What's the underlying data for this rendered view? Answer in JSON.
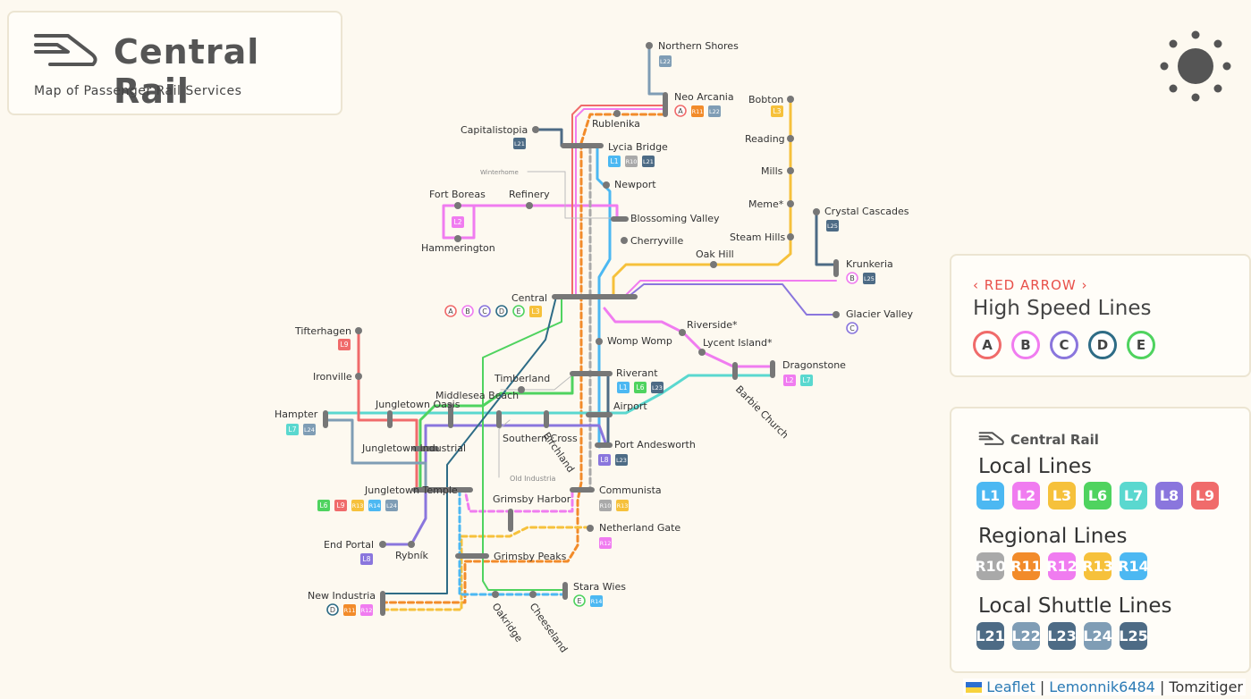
{
  "title": {
    "name": "Central Rail",
    "subtitle": "Map of Passenger Rail Services"
  },
  "high_speed": {
    "brand": "RED ARROW",
    "title": "High Speed Lines",
    "lines": [
      {
        "label": "A",
        "color": "#f06b6b"
      },
      {
        "label": "B",
        "color": "#f07cf0"
      },
      {
        "label": "C",
        "color": "#8a76dd"
      },
      {
        "label": "D",
        "color": "#2e6c86"
      },
      {
        "label": "E",
        "color": "#4fd35f"
      }
    ]
  },
  "legend": {
    "brand": "Central Rail",
    "local": {
      "title": "Local Lines",
      "lines": [
        {
          "label": "L1",
          "color": "#4cb8f2"
        },
        {
          "label": "L2",
          "color": "#f07cf0"
        },
        {
          "label": "L3",
          "color": "#f6c13b"
        },
        {
          "label": "L6",
          "color": "#4fd35f"
        },
        {
          "label": "L7",
          "color": "#5ad8cf"
        },
        {
          "label": "L8",
          "color": "#8a76dd"
        },
        {
          "label": "L9",
          "color": "#f06b6b"
        }
      ]
    },
    "regional": {
      "title": "Regional Lines",
      "lines": [
        {
          "label": "R10",
          "color": "#a9a9a9"
        },
        {
          "label": "R11",
          "color": "#f28b2a"
        },
        {
          "label": "R12",
          "color": "#f07cf0"
        },
        {
          "label": "R13",
          "color": "#f6c13b"
        },
        {
          "label": "R14",
          "color": "#4cb8f2"
        }
      ]
    },
    "shuttle": {
      "title": "Local Shuttle Lines",
      "lines": [
        {
          "label": "L21",
          "color": "#4d6b85"
        },
        {
          "label": "L22",
          "color": "#7f9db5"
        },
        {
          "label": "L23",
          "color": "#4d6b85"
        },
        {
          "label": "L24",
          "color": "#7f9db5"
        },
        {
          "label": "L25",
          "color": "#4d6b85"
        }
      ]
    }
  },
  "attribution": {
    "flag": "ukraine-flag-icon",
    "leaflet": "Leaflet",
    "sep1": " | ",
    "author": "Lemonnik6484",
    "sep2": " | ",
    "author2": "Tomzitiger"
  },
  "theme_toggle": {
    "icon": "sun-icon"
  },
  "stations": [
    {
      "name": "Northern Shores",
      "badges": [
        "L22"
      ]
    },
    {
      "name": "Neo Arcania",
      "badges": [
        "A",
        "R11",
        "L22"
      ]
    },
    {
      "name": "Rublenika",
      "badges": []
    },
    {
      "name": "Capitalistopia",
      "badges": [
        "L21"
      ]
    },
    {
      "name": "Lycia Bridge",
      "badges": [
        "L1",
        "R10",
        "L21"
      ]
    },
    {
      "name": "Winterhome",
      "badges": []
    },
    {
      "name": "Newport",
      "badges": []
    },
    {
      "name": "Fort Boreas",
      "badges": []
    },
    {
      "name": "Refinery",
      "badges": []
    },
    {
      "name": "Hammerington",
      "badges": [
        "L2"
      ]
    },
    {
      "name": "Blossoming Valley",
      "badges": []
    },
    {
      "name": "Cherryville",
      "badges": []
    },
    {
      "name": "Bobton",
      "badges": [
        "L3"
      ]
    },
    {
      "name": "Reading",
      "badges": []
    },
    {
      "name": "Mills",
      "badges": []
    },
    {
      "name": "Meme*",
      "badges": []
    },
    {
      "name": "Steam Hills",
      "badges": []
    },
    {
      "name": "Crystal Cascades",
      "badges": [
        "L25"
      ]
    },
    {
      "name": "Oak Hill",
      "badges": []
    },
    {
      "name": "Krunkeria",
      "badges": [
        "B",
        "L25"
      ]
    },
    {
      "name": "Central",
      "badges": [
        "A",
        "B",
        "C",
        "D",
        "E",
        "L3"
      ]
    },
    {
      "name": "Glacier Valley",
      "badges": [
        "C"
      ]
    },
    {
      "name": "Riverside*",
      "badges": []
    },
    {
      "name": "Lycent Island*",
      "badges": []
    },
    {
      "name": "Womp Womp",
      "badges": []
    },
    {
      "name": "Tifterhagen",
      "badges": [
        "L9"
      ]
    },
    {
      "name": "Dragonstone",
      "badges": [
        "L2",
        "L7"
      ]
    },
    {
      "name": "Ironville",
      "badges": []
    },
    {
      "name": "Timberland",
      "badges": []
    },
    {
      "name": "Riverant",
      "badges": [
        "L1",
        "L6",
        "L23"
      ]
    },
    {
      "name": "Barbie Church",
      "badges": []
    },
    {
      "name": "Middlesea Beach",
      "badges": []
    },
    {
      "name": "Jungletown Oasis",
      "badges": []
    },
    {
      "name": "Hampter",
      "badges": [
        "L7",
        "L24"
      ]
    },
    {
      "name": "Airport",
      "badges": []
    },
    {
      "name": "Southern Cross",
      "badges": []
    },
    {
      "name": "Birchland",
      "badges": []
    },
    {
      "name": "Port Andesworth",
      "badges": [
        "L8",
        "L23"
      ]
    },
    {
      "name": "Jungletown Industrial",
      "badges": []
    },
    {
      "name": "Old Industria",
      "badges": []
    },
    {
      "name": "Jungletown Temple",
      "badges": [
        "L6",
        "L9",
        "R13",
        "R14",
        "L24"
      ]
    },
    {
      "name": "Grimsby Harbor",
      "badges": []
    },
    {
      "name": "Communista",
      "badges": [
        "R10",
        "R13"
      ]
    },
    {
      "name": "Netherland Gate",
      "badges": [
        "R12"
      ]
    },
    {
      "name": "End Portal",
      "badges": [
        "L8"
      ]
    },
    {
      "name": "Rybník",
      "badges": []
    },
    {
      "name": "Grimsby Peaks",
      "badges": []
    },
    {
      "name": "Stara Wies",
      "badges": [
        "E",
        "R14"
      ]
    },
    {
      "name": "New Industria",
      "badges": [
        "D",
        "R11",
        "R12"
      ]
    },
    {
      "name": "Oakridge",
      "badges": []
    },
    {
      "name": "Cheeseland",
      "badges": []
    }
  ]
}
